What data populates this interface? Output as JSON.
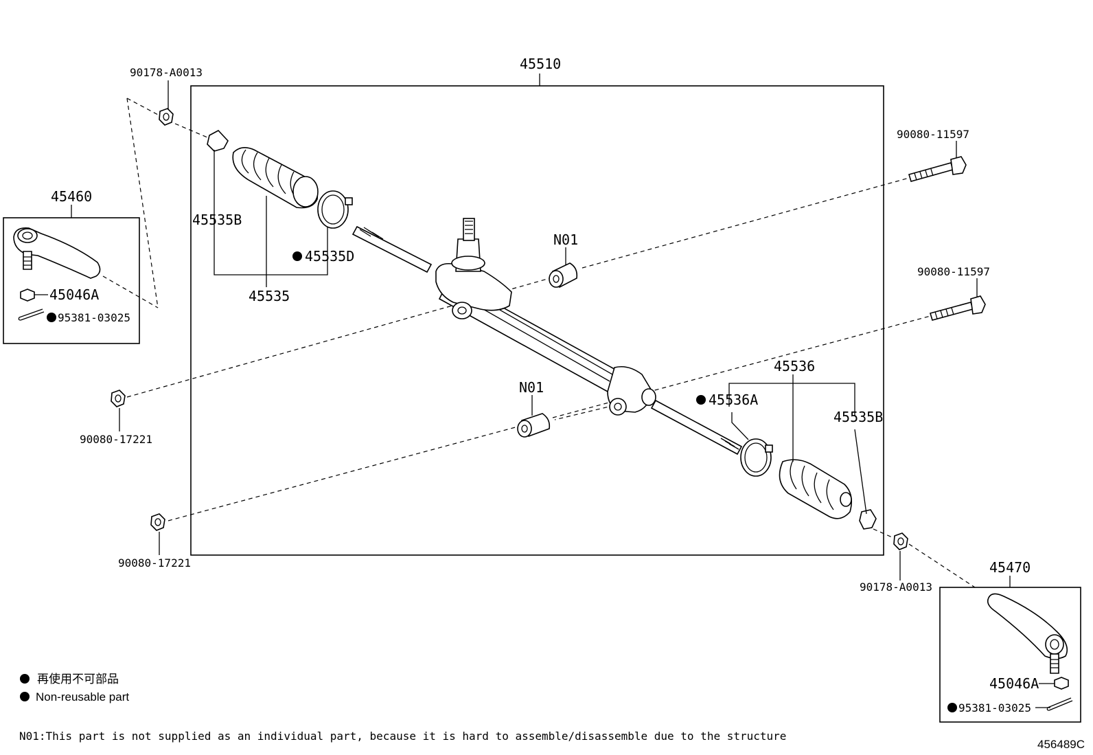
{
  "labels": {
    "rack_assembly": "45510",
    "tie_rod_end_lh": "45460",
    "tie_rod_end_rh": "45470",
    "bolt_upper": "90080-11597",
    "bolt_lower": "90080-11597",
    "nut_left_upper": "90080-17221",
    "nut_left_lower": "90080-17221",
    "nut_tie_left": "90178-A0013",
    "nut_tie_right": "90178-A0013",
    "clip_left": "45535B",
    "boot_kit_left": "45535",
    "clamp_left": "45535D",
    "n01_upper": "N01",
    "n01_lower": "N01",
    "boot_kit_right": "45536",
    "clamp_right": "45536A",
    "clip_right": "45535B",
    "nut_lh": "45046A",
    "pin_lh": "95381-03025",
    "nut_rh": "45046A",
    "pin_rh": "95381-03025"
  },
  "legend": {
    "jp": "再使用不可部品",
    "en": "Non-reusable part"
  },
  "note": "N01:This part is not supplied as an individual part, because it is hard to assemble/disassemble due to the structure",
  "diagram_id": "456489C"
}
